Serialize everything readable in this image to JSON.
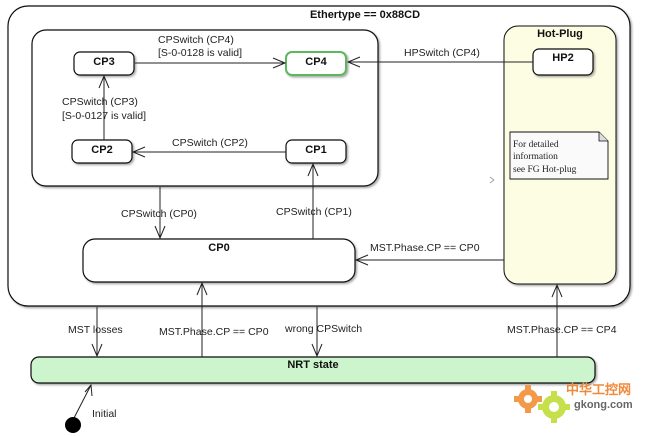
{
  "diagram": {
    "outer_state": {
      "label": "Ethertype == 0x88CD"
    },
    "hotplug_state": {
      "label": "Hot-Plug"
    },
    "states": {
      "cp3": "CP3",
      "cp4": "CP4",
      "cp2": "CP2",
      "cp1": "CP1",
      "cp0": "CP0",
      "hp2": "HP2",
      "nrt": "NRT state"
    },
    "transitions": {
      "cp3_to_cp4": [
        "CPSwitch (CP4)",
        "[S-0-0128 is valid]"
      ],
      "cp2_to_cp3": [
        "CPSwitch (CP3)",
        "[S-0-0127 is valid]"
      ],
      "cp1_to_cp2": "CPSwitch (CP2)",
      "hp2_to_cp4": "HPSwitch (CP4)",
      "inner_to_cp0": "CPSwitch (CP0)",
      "cp0_to_cp1": "CPSwitch (CP1)",
      "hotplug_to_cp0": "MST.Phase.CP == CP0",
      "outer_to_nrt_losses": "MST losses",
      "nrt_to_cp0": "MST.Phase.CP == CP0",
      "outer_to_nrt_wrong": "wrong CPSwitch",
      "nrt_to_hotplug": "MST.Phase.CP == CP4",
      "initial": "Initial"
    },
    "note": [
      "For detailed",
      "information",
      "see FG Hot-plug"
    ],
    "colors": {
      "active_state_border": "#5cb85c",
      "hotplug_fill": "#fdfde4",
      "nrt_fill": "#cdf5cd",
      "note_fill": "#fafafa"
    }
  },
  "watermark": {
    "cn": "中华工控网",
    "site": "gkong.com"
  }
}
